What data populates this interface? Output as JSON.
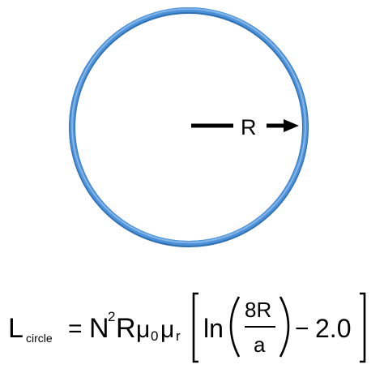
{
  "diagram": {
    "radius_label": "R",
    "ring_color": "#4a90d9",
    "ring_highlight": "#a8cdf2",
    "ring_shadow": "#2f6fb0",
    "ink_color": "#000000"
  },
  "formula": {
    "lhs_main": "L",
    "lhs_subscript": "circle",
    "equals": "=",
    "N": "N",
    "N_exponent": "2",
    "R": "R",
    "mu": "μ",
    "mu0_subscript": "0",
    "mu_r": "μ",
    "mur_subscript": "r",
    "ln": "ln",
    "numerator": "8R",
    "denominator": "a",
    "minus": "−",
    "constant": "2.0"
  }
}
